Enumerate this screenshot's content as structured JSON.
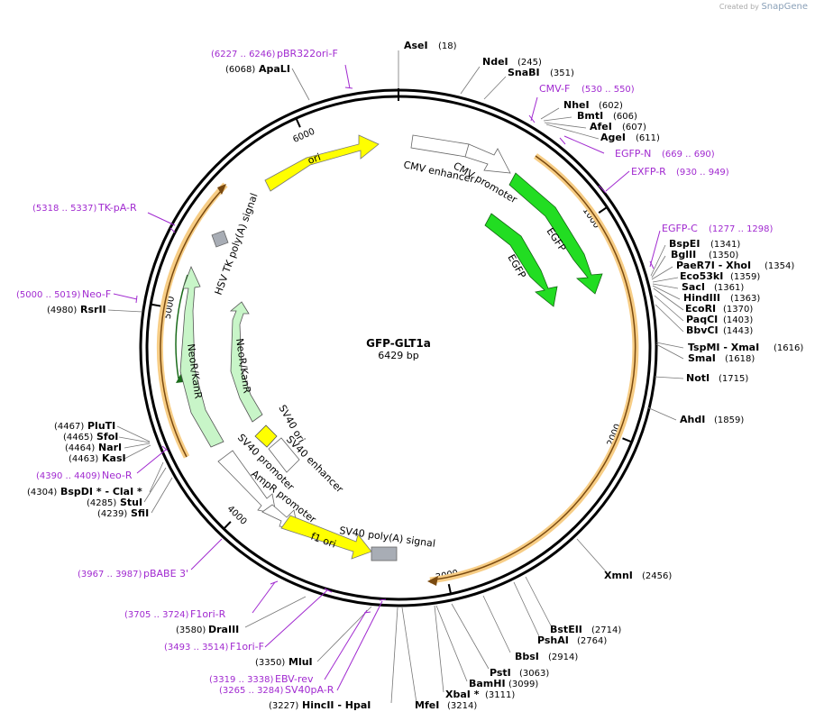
{
  "credit": {
    "prefix": "Created by",
    "brand": "SnapGene"
  },
  "plasmid": {
    "name": "GFP-GLT1a",
    "length_label": "6429 bp",
    "length": 6429
  },
  "ticks": [
    {
      "pos": 1000,
      "label": "1000"
    },
    {
      "pos": 2000,
      "label": "2000"
    },
    {
      "pos": 3000,
      "label": "3000"
    },
    {
      "pos": 4000,
      "label": "4000"
    },
    {
      "pos": 5000,
      "label": "5000"
    },
    {
      "pos": 6000,
      "label": "6000"
    }
  ],
  "sites": [
    {
      "id": "asei",
      "name": "AseI",
      "pos": "(18)"
    },
    {
      "id": "ndei",
      "name": "NdeI",
      "pos": "(245)"
    },
    {
      "id": "snabi",
      "name": "SnaBI",
      "pos": "(351)"
    },
    {
      "id": "nhei",
      "name": "NheI",
      "pos": "(602)"
    },
    {
      "id": "bmti",
      "name": "BmtI",
      "pos": "(606)"
    },
    {
      "id": "afei",
      "name": "AfeI",
      "pos": "(607)"
    },
    {
      "id": "agei",
      "name": "AgeI",
      "pos": "(611)"
    },
    {
      "id": "bspei",
      "name": "BspEI",
      "pos": "(1341)"
    },
    {
      "id": "bglii",
      "name": "BglII",
      "pos": "(1350)"
    },
    {
      "id": "paer7i",
      "name": "PaeR7I - XhoI",
      "pos": "(1354)"
    },
    {
      "id": "eco53ki",
      "name": "Eco53kI",
      "pos": "(1359)"
    },
    {
      "id": "saci",
      "name": "SacI",
      "pos": "(1361)"
    },
    {
      "id": "hindiii",
      "name": "HindIII",
      "pos": "(1363)"
    },
    {
      "id": "ecori",
      "name": "EcoRI",
      "pos": "(1370)"
    },
    {
      "id": "paqci",
      "name": "PaqCI",
      "pos": "(1403)"
    },
    {
      "id": "bbvci",
      "name": "BbvCI",
      "pos": "(1443)"
    },
    {
      "id": "tspmi",
      "name": "TspMI - XmaI",
      "pos": "(1616)"
    },
    {
      "id": "smai",
      "name": "SmaI",
      "pos": "(1618)"
    },
    {
      "id": "noti",
      "name": "NotI",
      "pos": "(1715)"
    },
    {
      "id": "ahdi",
      "name": "AhdI",
      "pos": "(1859)"
    },
    {
      "id": "xmni",
      "name": "XmnI",
      "pos": "(2456)"
    },
    {
      "id": "bsteii",
      "name": "BstEII",
      "pos": "(2714)"
    },
    {
      "id": "pshai",
      "name": "PshAI",
      "pos": "(2764)"
    },
    {
      "id": "bbsi",
      "name": "BbsI",
      "pos": "(2914)"
    },
    {
      "id": "psti",
      "name": "PstI",
      "pos": "(3063)"
    },
    {
      "id": "bamhi",
      "name": "BamHI",
      "pos": "(3099)"
    },
    {
      "id": "xbai",
      "name": "XbaI *",
      "pos": "(3111)"
    },
    {
      "id": "mfei",
      "name": "MfeI",
      "pos": "(3214)"
    },
    {
      "id": "hincii",
      "name": "HincII - HpaI",
      "pos": "(3227)"
    },
    {
      "id": "mlui",
      "name": "MluI",
      "pos": "(3350)"
    },
    {
      "id": "draiii",
      "name": "DraIII",
      "pos": "(3580)"
    },
    {
      "id": "sfii",
      "name": "SfiI",
      "pos": "(4239)"
    },
    {
      "id": "stui",
      "name": "StuI",
      "pos": "(4285)"
    },
    {
      "id": "bspdi",
      "name": "BspDI * - ClaI *",
      "pos": "(4304)"
    },
    {
      "id": "kasi",
      "name": "KasI",
      "pos": "(4463)"
    },
    {
      "id": "nari",
      "name": "NarI",
      "pos": "(4464)"
    },
    {
      "id": "sfoi",
      "name": "SfoI",
      "pos": "(4465)"
    },
    {
      "id": "plutI",
      "name": "PluTI",
      "pos": "(4467)"
    },
    {
      "id": "rsrii",
      "name": "RsrII",
      "pos": "(4980)"
    },
    {
      "id": "apali",
      "name": "ApaLI",
      "pos": "(6068)"
    }
  ],
  "primers": [
    {
      "id": "pbr322",
      "name": "pBR322ori-F",
      "pos": "(6227 .. 6246)"
    },
    {
      "id": "cmvf",
      "name": "CMV-F",
      "pos": "(530 .. 550)"
    },
    {
      "id": "egfpn",
      "name": "EGFP-N",
      "pos": "(669 .. 690)"
    },
    {
      "id": "exfpr",
      "name": "EXFP-R",
      "pos": "(930 .. 949)"
    },
    {
      "id": "egfpc",
      "name": "EGFP-C",
      "pos": "(1277 .. 1298)"
    },
    {
      "id": "tkpar",
      "name": "TK-pA-R",
      "pos": "(5318 .. 5337)"
    },
    {
      "id": "neof",
      "name": "Neo-F",
      "pos": "(5000 .. 5019)"
    },
    {
      "id": "neor",
      "name": "Neo-R",
      "pos": "(4390 .. 4409)"
    },
    {
      "id": "pbabe3",
      "name": "pBABE 3'",
      "pos": "(3967 .. 3987)"
    },
    {
      "id": "f1orir",
      "name": "F1ori-R",
      "pos": "(3705 .. 3724)"
    },
    {
      "id": "f1orif",
      "name": "F1ori-F",
      "pos": "(3493 .. 3514)"
    },
    {
      "id": "ebvrev",
      "name": "EBV-rev",
      "pos": "(3319 .. 3338)"
    },
    {
      "id": "sv40par",
      "name": "SV40pA-R",
      "pos": "(3265 .. 3284)"
    }
  ],
  "features": [
    {
      "id": "cmv-enhancer",
      "label": "CMV enhancer"
    },
    {
      "id": "cmv-promoter",
      "label": "CMV promoter"
    },
    {
      "id": "egfp-outer",
      "label": "EGFP"
    },
    {
      "id": "egfp-inner",
      "label": "EGFP"
    },
    {
      "id": "ori",
      "label": "ori"
    },
    {
      "id": "hsv-tk",
      "label": "HSV TK poly(A) signal"
    },
    {
      "id": "neokan-outer",
      "label": "NeoR/KanR"
    },
    {
      "id": "neokan-inner",
      "label": "NeoR/KanR"
    },
    {
      "id": "sv40-ori",
      "label": "SV40 ori"
    },
    {
      "id": "sv40-enhancer",
      "label": "SV40 enhancer"
    },
    {
      "id": "sv40-promoter",
      "label": "SV40 promoter"
    },
    {
      "id": "ampr-promoter",
      "label": "AmpR promoter"
    },
    {
      "id": "f1-ori",
      "label": "f1 ori"
    },
    {
      "id": "sv40-polya",
      "label": "SV40 poly(A) signal"
    }
  ],
  "colors": {
    "orf_highlight": "#f5c06a",
    "feature_green": "#22dd22",
    "feature_light_green": "#c8f5c8",
    "feature_yellow": "#ffff00",
    "feature_gray": "#a8adb5",
    "primer_purple": "#a12ad0"
  }
}
